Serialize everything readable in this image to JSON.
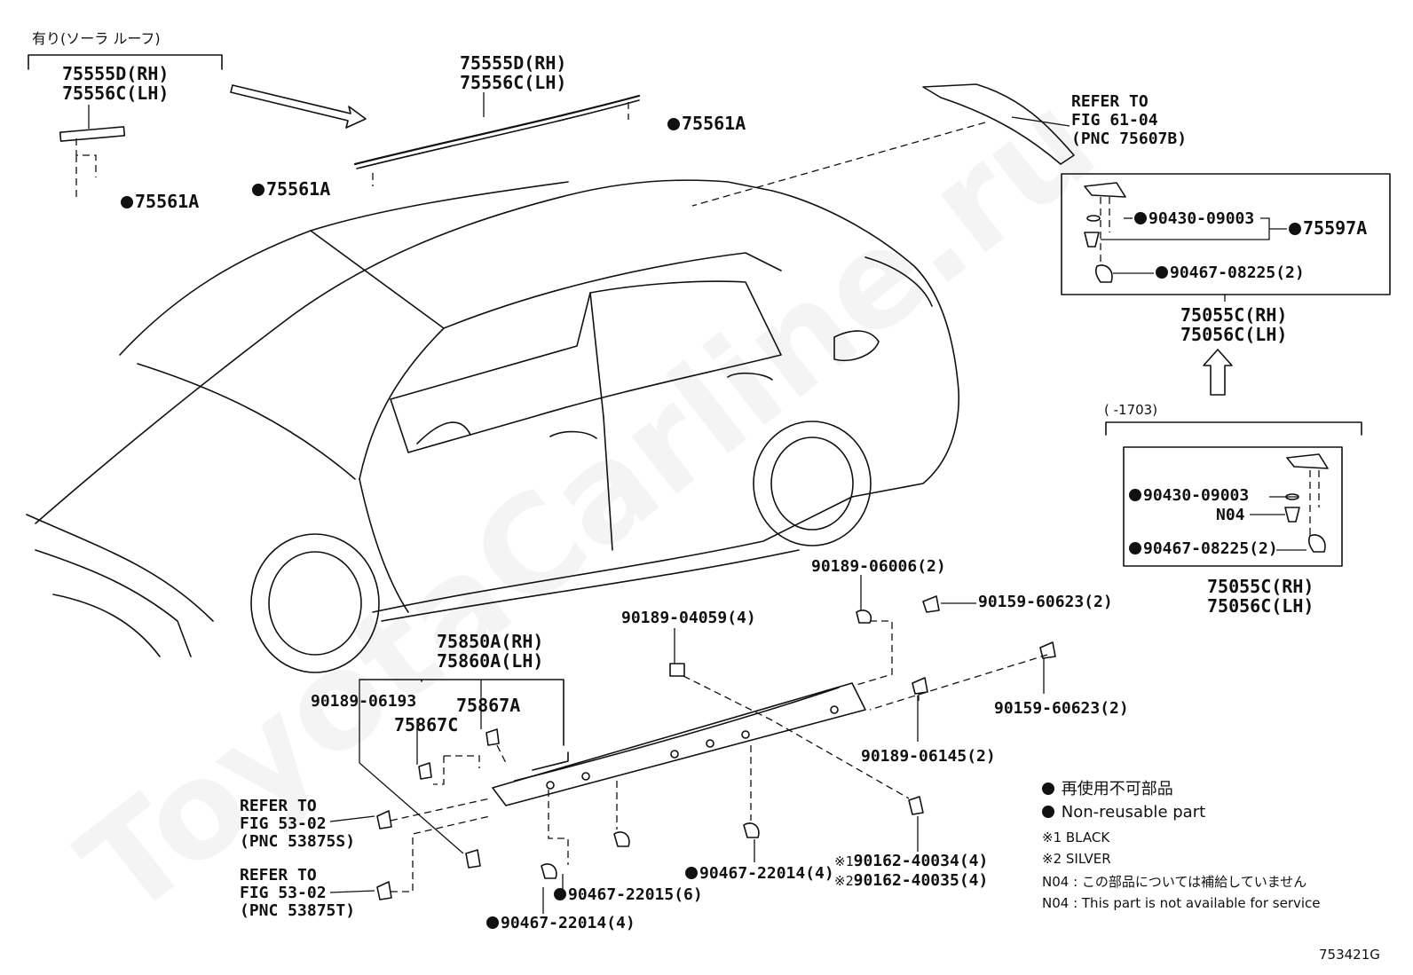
{
  "watermark": "ToyotaCarline.ru",
  "solar_roof_note": "有り(ソーラ ルーフ)",
  "labels": {
    "p75555d_rh_a": "75555D(RH)",
    "p75556c_lh_a": "75556C(LH)",
    "p75555d_rh_b": "75555D(RH)",
    "p75556c_lh_b": "75556C(LH)",
    "p75561a_a": "75561A",
    "p75561a_b": "75561A",
    "p75561a_c": "75561A",
    "refer_fig_61_04": [
      "REFER TO",
      "FIG 61-04",
      "(PNC 75607B)"
    ],
    "p90430_09003_a": "90430-09003",
    "p75597a": "75597A",
    "p90467_08225_a": "90467-08225(2)",
    "p75055c_rh_a": "75055C(RH)",
    "p75056c_lh_a": "75056C(LH)",
    "range_note": "(      -1703)",
    "p90430_09003_b": "90430-09003",
    "n04": "N04",
    "p90467_08225_b": "90467-08225(2)",
    "p75055c_rh_b": "75055C(RH)",
    "p75056c_lh_b": "75056C(LH)",
    "p90189_06006": "90189-06006(2)",
    "p90159_60623_a": "90159-60623(2)",
    "p90189_04059": "90189-04059(4)",
    "p75850a_rh": "75850A(RH)",
    "p75860a_lh": "75860A(LH)",
    "p90189_06193": "90189-06193",
    "p75867a": "75867A",
    "p75867c": "75867C",
    "p90159_60623_b": "90159-60623(2)",
    "p90189_06145": "90189-06145(2)",
    "refer_fig_53_02_a": [
      "REFER TO",
      "FIG 53-02",
      "(PNC 53875S)"
    ],
    "refer_fig_53_02_b": [
      "REFER TO",
      "FIG 53-02",
      "(PNC 53875T)"
    ],
    "p90467_22015": "90467-22015(6)",
    "p90467_22014_a": "90467-22014(4)",
    "p90467_22014_b": "90467-22014(4)",
    "p90162_40034": "90162-40034(4)",
    "p90162_40035": "90162-40035(4)",
    "mark_1": "※1",
    "mark_2": "※2"
  },
  "legend": {
    "non_reusable_jp": "再使用不可部品",
    "non_reusable_en": "Non-reusable part",
    "black": "※1 BLACK",
    "silver": "※2 SILVER",
    "n04_jp": "N04 : この部品については補給していません",
    "n04_en": "N04 : This part is not available for service"
  },
  "figure_code": "753421G"
}
